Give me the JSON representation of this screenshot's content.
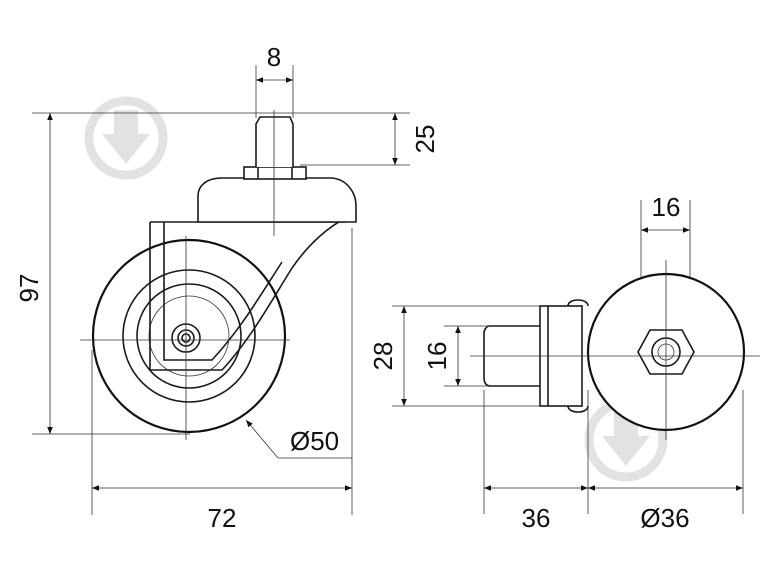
{
  "dimensions": {
    "pin_diameter": "8",
    "pin_height": "25",
    "total_height": "97",
    "wheel_diameter": "Ø50",
    "total_length": "72",
    "side_wheel_hub": "16",
    "side_plate_height": "28",
    "side_pin": "16",
    "side_offset": "36",
    "side_wheel_diameter": "Ø36"
  },
  "colors": {
    "line": "#1a1a1a",
    "watermark": "#e2e2e2",
    "background": "#ffffff"
  },
  "watermark_icon": "drop-arrow-logo"
}
